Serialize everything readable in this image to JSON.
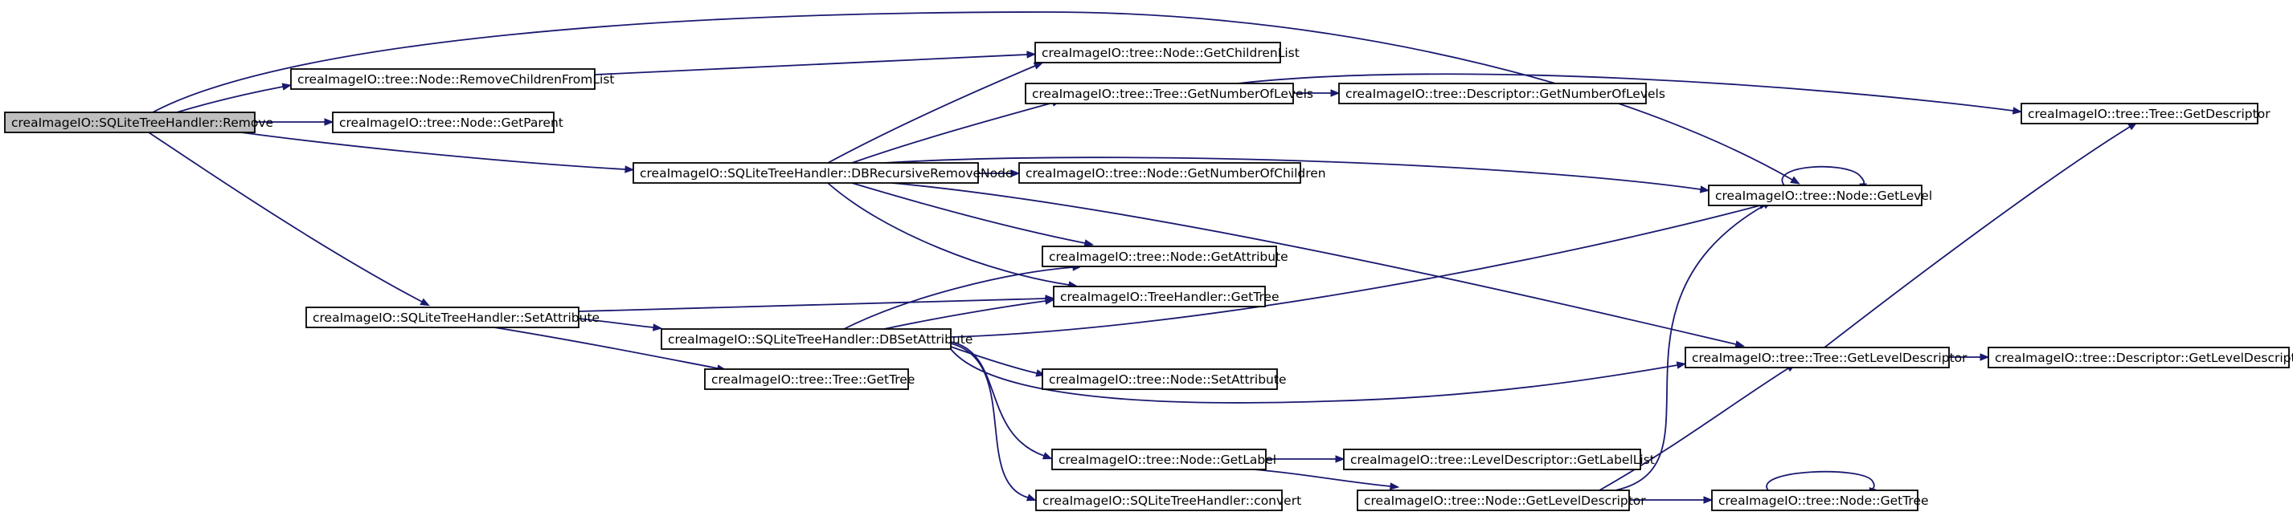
{
  "nodes": {
    "remove": "creaImageIO::SQLiteTreeHandler::Remove",
    "removeChildrenFromList": "creaImageIO::tree::Node::RemoveChildrenFromList",
    "getParent": "creaImageIO::tree::Node::GetParent",
    "setAttributeHandler": "creaImageIO::SQLiteTreeHandler::SetAttribute",
    "dbRecursiveRemoveNode": "creaImageIO::SQLiteTreeHandler::DBRecursiveRemoveNode",
    "dbSetAttribute": "creaImageIO::SQLiteTreeHandler::DBSetAttribute",
    "treeGetTree": "creaImageIO::tree::Tree::GetTree",
    "getChildrenList": "creaImageIO::tree::Node::GetChildrenList",
    "treeGetNumberOfLevels": "creaImageIO::tree::Tree::GetNumberOfLevels",
    "getNumberOfChildren": "creaImageIO::tree::Node::GetNumberOfChildren",
    "getAttribute": "creaImageIO::tree::Node::GetAttribute",
    "treeHandlerGetTree": "creaImageIO::TreeHandler::GetTree",
    "nodeSetAttribute": "creaImageIO::tree::Node::SetAttribute",
    "getLabel": "creaImageIO::tree::Node::GetLabel",
    "convert": "creaImageIO::SQLiteTreeHandler::convert",
    "descGetNumberOfLevels": "creaImageIO::tree::Descriptor::GetNumberOfLevels",
    "getLabelList": "creaImageIO::tree::LevelDescriptor::GetLabelList",
    "nodeGetLevelDescriptor": "creaImageIO::tree::Node::GetLevelDescriptor",
    "getLevel": "creaImageIO::tree::Node::GetLevel",
    "treeGetLevelDescriptor": "creaImageIO::tree::Tree::GetLevelDescriptor",
    "nodeGetTree": "creaImageIO::tree::Node::GetTree",
    "treeGetDescriptor": "creaImageIO::tree::Tree::GetDescriptor",
    "descGetLevelDescriptor": "creaImageIO::tree::Descriptor::GetLevelDescriptor"
  },
  "edges": [
    [
      "remove",
      "removeChildrenFromList"
    ],
    [
      "remove",
      "getParent"
    ],
    [
      "remove",
      "setAttributeHandler"
    ],
    [
      "remove",
      "dbRecursiveRemoveNode"
    ],
    [
      "remove",
      "getLevel"
    ],
    [
      "removeChildrenFromList",
      "getChildrenList"
    ],
    [
      "setAttributeHandler",
      "dbSetAttribute"
    ],
    [
      "setAttributeHandler",
      "treeGetTree"
    ],
    [
      "setAttributeHandler",
      "treeHandlerGetTree"
    ],
    [
      "dbRecursiveRemoveNode",
      "getChildrenList"
    ],
    [
      "dbRecursiveRemoveNode",
      "treeGetNumberOfLevels"
    ],
    [
      "dbRecursiveRemoveNode",
      "getNumberOfChildren"
    ],
    [
      "dbRecursiveRemoveNode",
      "getAttribute"
    ],
    [
      "dbRecursiveRemoveNode",
      "treeHandlerGetTree"
    ],
    [
      "dbRecursiveRemoveNode",
      "getLevel"
    ],
    [
      "dbRecursiveRemoveNode",
      "treeGetLevelDescriptor"
    ],
    [
      "treeGetNumberOfLevels",
      "descGetNumberOfLevels"
    ],
    [
      "treeGetNumberOfLevels",
      "treeGetDescriptor"
    ],
    [
      "dbSetAttribute",
      "getAttribute"
    ],
    [
      "dbSetAttribute",
      "treeHandlerGetTree"
    ],
    [
      "dbSetAttribute",
      "nodeSetAttribute"
    ],
    [
      "dbSetAttribute",
      "getLabel"
    ],
    [
      "dbSetAttribute",
      "convert"
    ],
    [
      "dbSetAttribute",
      "getLevel"
    ],
    [
      "dbSetAttribute",
      "treeGetLevelDescriptor"
    ],
    [
      "getLabel",
      "getLabelList"
    ],
    [
      "getLabel",
      "nodeGetLevelDescriptor"
    ],
    [
      "nodeGetLevelDescriptor",
      "getLevel"
    ],
    [
      "nodeGetLevelDescriptor",
      "treeGetLevelDescriptor"
    ],
    [
      "nodeGetLevelDescriptor",
      "nodeGetTree"
    ],
    [
      "getLevel",
      "getLevel"
    ],
    [
      "nodeGetTree",
      "nodeGetTree"
    ],
    [
      "treeGetLevelDescriptor",
      "treeGetDescriptor"
    ],
    [
      "treeGetLevelDescriptor",
      "descGetLevelDescriptor"
    ]
  ]
}
